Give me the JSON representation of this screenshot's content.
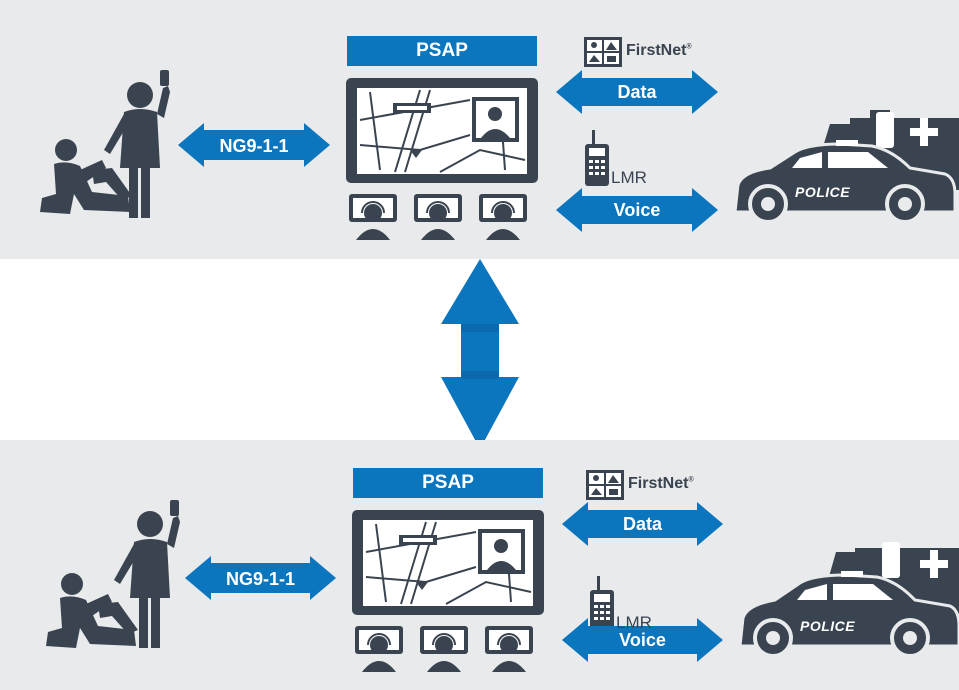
{
  "panels": [
    {
      "psap": "PSAP",
      "ng911": "NG9-1-1",
      "firstnet": "FirstNet",
      "firstnet_mark": "®",
      "data": "Data",
      "lmr": "LMR",
      "voice": "Voice",
      "police": "POLICE"
    },
    {
      "psap": "PSAP",
      "ng911": "NG9-1-1",
      "firstnet": "FirstNet",
      "firstnet_mark": "®",
      "data": "Data",
      "lmr": "LMR",
      "voice": "Voice",
      "police": "POLICE"
    }
  ],
  "colors": {
    "panel_bg": "#e8eaec",
    "accent_blue": "#0b75be",
    "icon_dark": "#3a4450"
  }
}
